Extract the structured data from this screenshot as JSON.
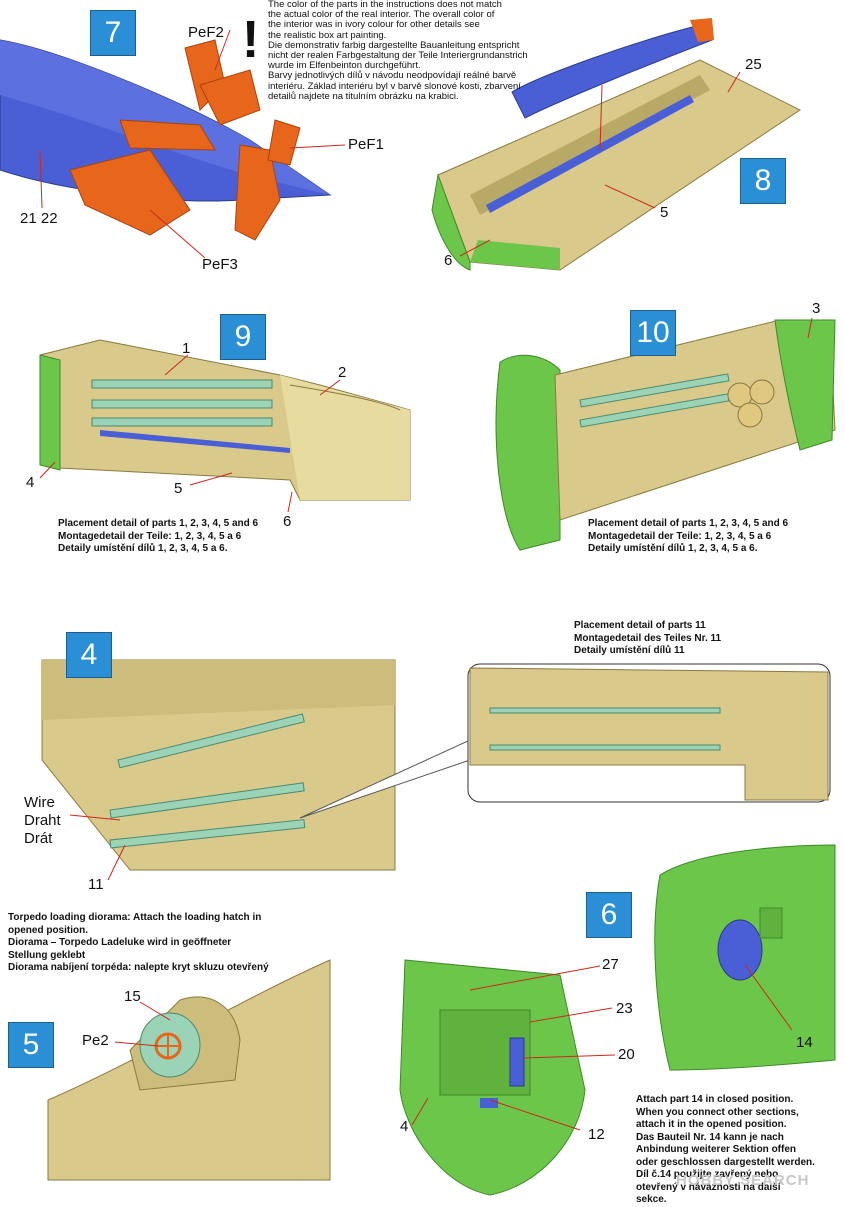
{
  "top_note": {
    "lines": [
      "The color of the parts in the instructions does not match",
      "the actual color of the real interior. The overall color of",
      "the interior was in ivory colour for other details see",
      "the realistic box art painting.",
      "Die demonstrativ farbig dargestellte Bauanleitung entspricht",
      "nicht der realen Farbgestaltung der Teile Interiergrundanstrich",
      "wurde im Elfenbeinton durchgeführt.",
      "Barvy jednotlivých dílů v návodu neodpovídají reálné barvě",
      "interiéru. Základ interiéru byl v barvě slonové kosti, zbarvení",
      "detailů najdete na titulním obrázku na krabici."
    ],
    "exclamation": "!"
  },
  "steps": {
    "s7": "7",
    "s8": "8",
    "s9": "9",
    "s10": "10",
    "s4": "4",
    "s5": "5",
    "s6": "6"
  },
  "labels": {
    "pef2": "PeF2",
    "pef1": "PeF1",
    "pef3": "PeF3",
    "p2122": "21 22",
    "p25": "25",
    "p5_s8": "5",
    "p6_s8": "6",
    "p1": "1",
    "p2": "2",
    "p4_s9": "4",
    "p5_s9": "5",
    "p6_s9": "6",
    "p3": "3",
    "wire": "Wire",
    "draht": "Draht",
    "drat": "Drát",
    "p11": "11",
    "p15": "15",
    "pe2": "Pe2",
    "p27": "27",
    "p23": "23",
    "p20": "20",
    "p4_s6": "4",
    "p12": "12",
    "p14": "14"
  },
  "notes": {
    "placement9": [
      "Placement detail of parts 1, 2, 3, 4, 5 and 6",
      "Montagedetail der Teile: 1, 2, 3, 4, 5 a 6",
      "Detaily umístění dílů 1, 2, 3, 4, 5 a 6."
    ],
    "placement10": [
      "Placement detail of parts 1, 2, 3, 4, 5 and 6",
      "Montagedetail der Teile: 1, 2, 3, 4, 5 a 6",
      "Detaily umístění dílů 1, 2, 3, 4, 5 a 6."
    ],
    "placement11": [
      "Placement detail of parts 11",
      "Montagedetail des Teiles Nr. 11",
      "Detaily umístění dílů 11"
    ],
    "torpedo": [
      "Torpedo loading diorama: Attach the loading hatch in",
      "opened position.",
      "Diorama – Torpedo Ladeluke wird in geöffneter",
      "Stellung geklebt",
      "Diorama nabíjení torpéda: nalepte kryt skluzu otevřený"
    ],
    "part14": [
      "Attach part 14 in closed position.",
      "When you connect other sections,",
      "attach it in the opened position.",
      "Das Bauteil Nr. 14 kann je nach",
      "Anbindung weiterer Sektion offen",
      "oder geschlossen dargestellt werden.",
      "Díl č.14 použijte zavřený nebo",
      " otevřený v návaznosti na další",
      " sekce."
    ]
  },
  "colors": {
    "step_blue": "#2a8fd4",
    "hull_blue": "#4a5fd6",
    "fin_orange": "#e8651c",
    "ivory": "#d9c98a",
    "green": "#6cc64a",
    "rack_green": "#9ad3b5"
  },
  "watermark": "HOBBY SEARCH"
}
